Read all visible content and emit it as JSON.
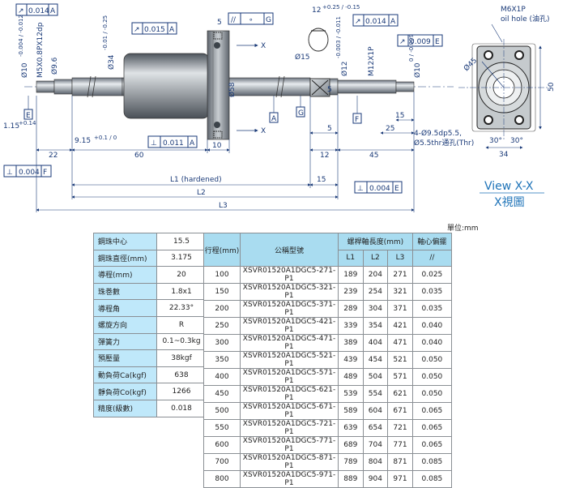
{
  "drawing": {
    "tol_frames": {
      "left_runout": [
        "↗",
        "0.014",
        "A"
      ],
      "nut_runout": [
        "↗",
        "0.015",
        "A"
      ],
      "flange_parallel": [
        "//",
        "∘",
        "G"
      ],
      "right_runout1": [
        "↗",
        "0.014",
        "A"
      ],
      "right_runout2": [
        "↗",
        "0.009",
        "E"
      ],
      "flange_perp": [
        "⊥",
        "0.011",
        "A"
      ],
      "end_perp": [
        "⊥",
        "0.004",
        "F"
      ],
      "shaft_perp": [
        "⊥",
        "0.004",
        "E"
      ]
    },
    "dims": {
      "left_dia": "Ø10",
      "left_dia_tol": "-0.004 / -0.012",
      "left_thread": "M5X0.8PX12dp",
      "left_small": "Ø9.6",
      "nut_dia": "Ø34",
      "nut_dia_tol": "-0.01 / -0.25",
      "flange_dia": "Ø58",
      "flange_w": "5",
      "flange_t": "10",
      "nut_len": "60",
      "left_step": "1.15",
      "left_step_tol": "+0.14",
      "left_len": "9.15",
      "left_len_tol": "+0.1 / 0",
      "left_end": "22",
      "key_width": "12",
      "key_width_tol": "+0.25 / -0.15",
      "key_dia": "Ø15",
      "right_dia": "Ø12",
      "right_dia_tol": "-0.003 / -0.011",
      "right_thread": "M12X1P",
      "right_small": "Ø10",
      "right_small_tol": "0 / -0.009",
      "r_5a": "5",
      "r_5b": "5",
      "r_15a": "15",
      "r_15b": "15",
      "r_25": "25",
      "r_12": "12",
      "r_45": "45",
      "L1": "L1 (hardened)",
      "L2": "L2",
      "L3": "L3",
      "X": "X",
      "A": "A",
      "G": "G",
      "F": "F",
      "E": "E"
    },
    "view": {
      "hole_note": "M6X1P",
      "hole_note2": "oil hole (油孔)",
      "dia45": "Ø45",
      "h50": "50",
      "w34": "34",
      "ang1": "30°",
      "ang2": "30°",
      "holes_note1": "4-Ø9.5dp5.5,",
      "holes_note2": "Ø5.5thr通孔(Thr)",
      "title": "View X-X",
      "subtitle": "X視圖"
    }
  },
  "unit_label": "單位:mm",
  "spec_table": [
    {
      "k": "鋼珠中心",
      "v": "15.5"
    },
    {
      "k": "鋼珠直徑(mm)",
      "v": "3.175"
    },
    {
      "k": "導程(mm)",
      "v": "20"
    },
    {
      "k": "珠巻數",
      "v": "1.8x1"
    },
    {
      "k": "導程角",
      "v": "22.33°"
    },
    {
      "k": "螺旋方向",
      "v": "R"
    },
    {
      "k": "彈簧力",
      "v": "0.1~0.3kg"
    },
    {
      "k": "預壓量",
      "v": "38kgf"
    },
    {
      "k": "動負荷Ca(kgf)",
      "v": "638"
    },
    {
      "k": "靜負荷Co(kgf)",
      "v": "1266"
    },
    {
      "k": "精度(級數)",
      "v": "0.018"
    }
  ],
  "model_table": {
    "h_stroke": "行程(mm)",
    "h_model": "公稱型號",
    "h_len": "螺桿軸長度(mm)",
    "h_runout": "軸心偏擺",
    "h_L1": "L1",
    "h_L2": "L2",
    "h_L3": "L3",
    "h_runout_sym": "//",
    "rows": [
      [
        "100",
        "XSVR01520A1DGC5-271-P1",
        "189",
        "204",
        "271",
        "0.025"
      ],
      [
        "150",
        "XSVR01520A1DGC5-321-P1",
        "239",
        "254",
        "321",
        "0.035"
      ],
      [
        "200",
        "XSVR01520A1DGC5-371-P1",
        "289",
        "304",
        "371",
        "0.035"
      ],
      [
        "250",
        "XSVR01520A1DGC5-421-P1",
        "339",
        "354",
        "421",
        "0.040"
      ],
      [
        "300",
        "XSVR01520A1DGC5-471-P1",
        "389",
        "404",
        "471",
        "0.040"
      ],
      [
        "350",
        "XSVR01520A1DGC5-521-P1",
        "439",
        "454",
        "521",
        "0.050"
      ],
      [
        "400",
        "XSVR01520A1DGC5-571-P1",
        "489",
        "504",
        "571",
        "0.050"
      ],
      [
        "450",
        "XSVR01520A1DGC5-621-P1",
        "539",
        "554",
        "621",
        "0.050"
      ],
      [
        "500",
        "XSVR01520A1DGC5-671-P1",
        "589",
        "604",
        "671",
        "0.065"
      ],
      [
        "550",
        "XSVR01520A1DGC5-721-P1",
        "639",
        "654",
        "721",
        "0.065"
      ],
      [
        "600",
        "XSVR01520A1DGC5-771-P1",
        "689",
        "704",
        "771",
        "0.065"
      ],
      [
        "700",
        "XSVR01520A1DGC5-871-P1",
        "789",
        "804",
        "871",
        "0.085"
      ],
      [
        "800",
        "XSVR01520A1DGC5-971-P1",
        "889",
        "904",
        "971",
        "0.085"
      ]
    ]
  }
}
